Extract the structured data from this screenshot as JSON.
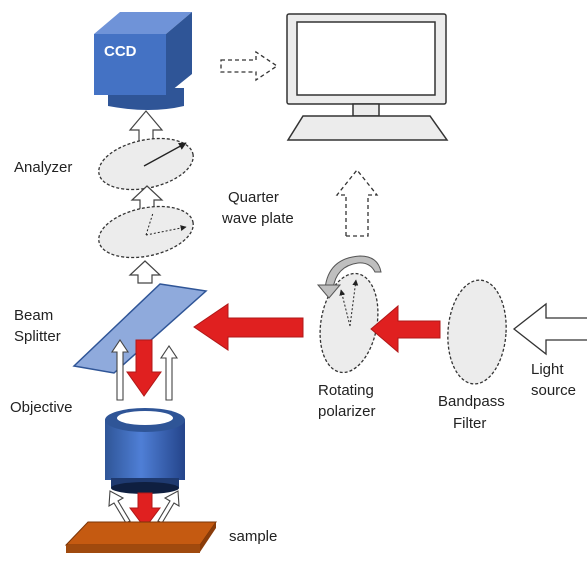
{
  "labels": {
    "ccd": "CCD",
    "analyzer": "Analyzer",
    "quarter_line1": "Quarter",
    "quarter_line2": "wave plate",
    "beam_line1": "Beam",
    "beam_line2": "Splitter",
    "objective": "Objective",
    "sample": "sample",
    "rotating_line1": "Rotating",
    "rotating_line2": "polarizer",
    "bandpass_line1": "Bandpass",
    "bandpass_line2": "Filter",
    "light_line1": "Light",
    "light_line2": "source"
  },
  "colors": {
    "ccd_blue": "#4472c4",
    "ccd_dark": "#2f5597",
    "ccd_light": "#6f93d8",
    "beam_arrow": "#e02020",
    "splitter": "#8faadc",
    "sample": "#c55a11",
    "optic_fill": "#ececec"
  }
}
